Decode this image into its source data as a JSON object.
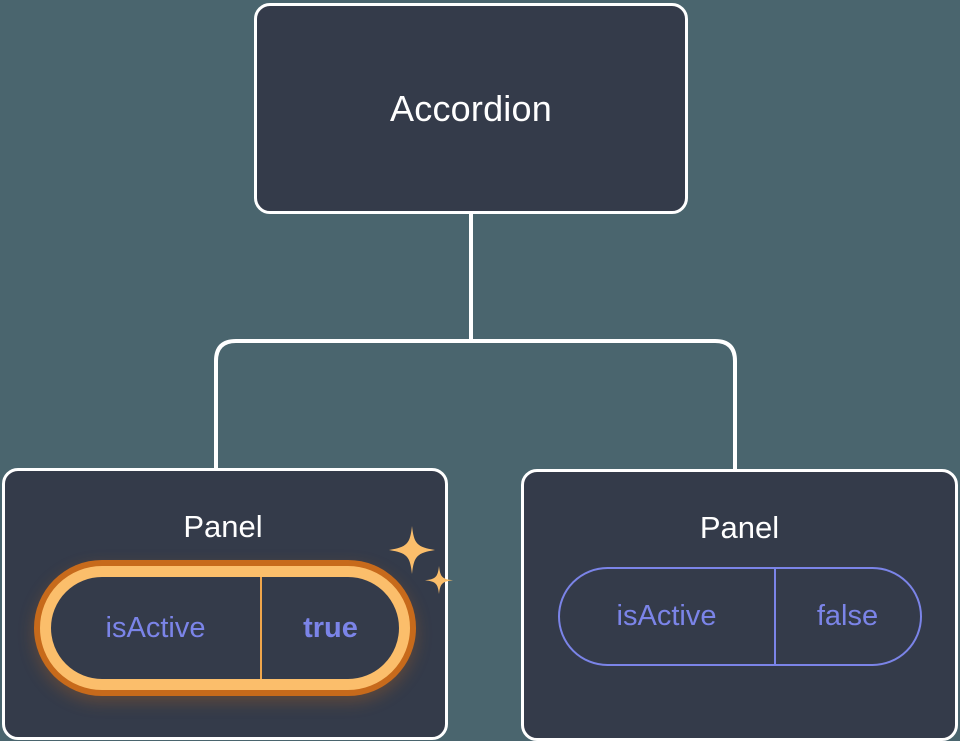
{
  "page": {
    "background_color": "#4a656e",
    "title": "Component tree with highlighted prop"
  },
  "colors": {
    "node_fill": "#343b4a",
    "node_border": "#ffffff",
    "edge": "#ffffff",
    "prop_text": "#7b84e8",
    "prop_border": "#7b84e8",
    "highlight_inner": "#fbbe6b",
    "highlight_outer": "#c76a1b",
    "sparkle": "#fbbe6b"
  },
  "tree": {
    "root": {
      "label": "Accordion"
    },
    "children": [
      {
        "label": "Panel",
        "highlighted": true,
        "prop": {
          "key": "isActive",
          "value": "true"
        },
        "sparkle_icons": [
          "sparkle-large-icon",
          "sparkle-small-icon"
        ]
      },
      {
        "label": "Panel",
        "highlighted": false,
        "prop": {
          "key": "isActive",
          "value": "false"
        }
      }
    ]
  }
}
